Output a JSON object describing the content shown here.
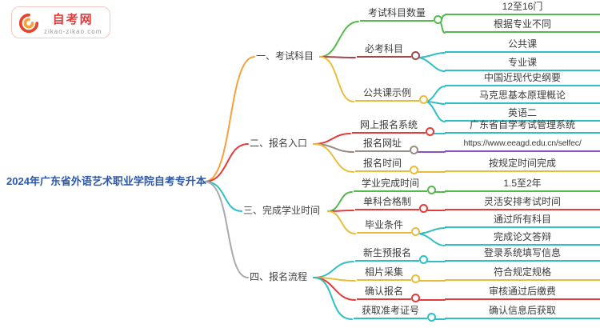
{
  "logo": {
    "site_name": "自考网",
    "site_url": "zikao-zikao.com"
  },
  "root": {
    "label": "2024年广东省外语艺术职业学院自考专升本"
  },
  "palette": {
    "orange": "#f7a13d",
    "red": "#e23c3c",
    "teal": "#2fbfc4",
    "green": "#55b94d",
    "yellow": "#e9bd3b",
    "maroon": "#a24848",
    "taupe": "#9b8d83",
    "purple": "#8a53c1",
    "gray": "#a9a9ad",
    "root_text": "#2d59a8",
    "node_text": "#3c3c3c",
    "logo_red": "#e03a3a"
  },
  "branches": [
    {
      "label": "一、考试科目",
      "children": [
        {
          "label": "考试科目数量",
          "leaves": [
            {
              "label": "12至16门"
            },
            {
              "label": "根据专业不同"
            }
          ]
        },
        {
          "label": "必考科目",
          "leaves": [
            {
              "label": "公共课"
            },
            {
              "label": "专业课"
            }
          ]
        },
        {
          "label": "公共课示例",
          "leaves": [
            {
              "label": "中国近现代史纲要"
            },
            {
              "label": "马克思基本原理概论"
            },
            {
              "label": "英语二"
            }
          ]
        }
      ]
    },
    {
      "label": "二、报名入口",
      "children": [
        {
          "label": "网上报名系统",
          "leaves": [
            {
              "label": "广东省自学考试管理系统"
            }
          ]
        },
        {
          "label": "报名网址",
          "leaves": [
            {
              "label": "https://www.eeagd.edu.cn/selfec/"
            }
          ]
        },
        {
          "label": "报名时间",
          "leaves": [
            {
              "label": "按规定时间完成"
            }
          ]
        }
      ]
    },
    {
      "label": "三、完成学业时间",
      "children": [
        {
          "label": "学业完成时间",
          "leaves": [
            {
              "label": "1.5至2年"
            }
          ]
        },
        {
          "label": "单科合格制",
          "leaves": [
            {
              "label": "灵活安排考试时间"
            }
          ]
        },
        {
          "label": "毕业条件",
          "leaves": [
            {
              "label": "通过所有科目"
            },
            {
              "label": "完成论文答辩"
            }
          ]
        }
      ]
    },
    {
      "label": "四、报名流程",
      "children": [
        {
          "label": "新生预报名",
          "leaves": [
            {
              "label": "登录系统填写信息"
            }
          ]
        },
        {
          "label": "相片采集",
          "leaves": [
            {
              "label": "符合规定规格"
            }
          ]
        },
        {
          "label": "确认报名",
          "leaves": [
            {
              "label": "审核通过后缴费"
            }
          ]
        },
        {
          "label": "获取准考证号",
          "leaves": [
            {
              "label": "确认信息后获取"
            }
          ]
        }
      ]
    }
  ]
}
